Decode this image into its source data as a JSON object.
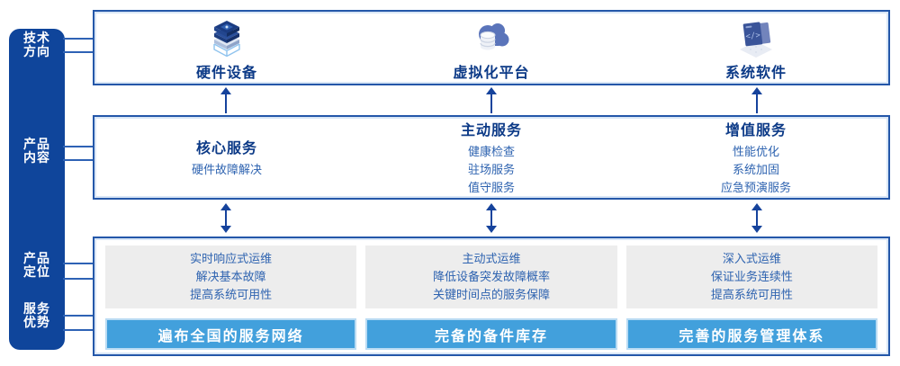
{
  "colors": {
    "sidebar_bg": "#0f459b",
    "box_border": "#2457a9",
    "box_border_glow": "#d9e6f6",
    "title_text": "#0c3a87",
    "item_text": "#2e63b0",
    "panel_bg": "#ededed",
    "advantage_bar_bg": "#42a0dc",
    "advantage_bar_border": "#b9dbf3",
    "advantage_bar_text": "#ffffff",
    "arrow": "#16439c"
  },
  "sidebar": {
    "items": [
      {
        "lines": [
          "技术",
          "方向"
        ]
      },
      {
        "lines": [
          "产品",
          "内容"
        ]
      },
      {
        "lines": [
          "产品",
          "定位"
        ]
      },
      {
        "lines": [
          "服务",
          "优势"
        ]
      }
    ]
  },
  "tech_row": {
    "columns": [
      {
        "icon": "server-stack-icon",
        "label": "硬件设备"
      },
      {
        "icon": "cloud-database-icon",
        "label": "虚拟化平台"
      },
      {
        "icon": "code-window-icon",
        "label": "系统软件"
      }
    ]
  },
  "content_row": {
    "columns": [
      {
        "title": "核心服务",
        "items": [
          "硬件故障解决"
        ]
      },
      {
        "title": "主动服务",
        "items": [
          "健康检查",
          "驻场服务",
          "值守服务"
        ]
      },
      {
        "title": "增值服务",
        "items": [
          "性能优化",
          "系统加固",
          "应急预演服务"
        ]
      }
    ]
  },
  "positioning_row": {
    "columns": [
      {
        "points": [
          "实时响应式运维",
          "解决基本故障",
          "提高系统可用性"
        ],
        "advantage": "遍布全国的服务网络"
      },
      {
        "points": [
          "主动式运维",
          "降低设备突发故障概率",
          "关键时间点的服务保障"
        ],
        "advantage": "完备的备件库存"
      },
      {
        "points": [
          "深入式运维",
          "保证业务连续性",
          "提高系统可用性"
        ],
        "advantage": "完善的服务管理体系"
      }
    ]
  }
}
